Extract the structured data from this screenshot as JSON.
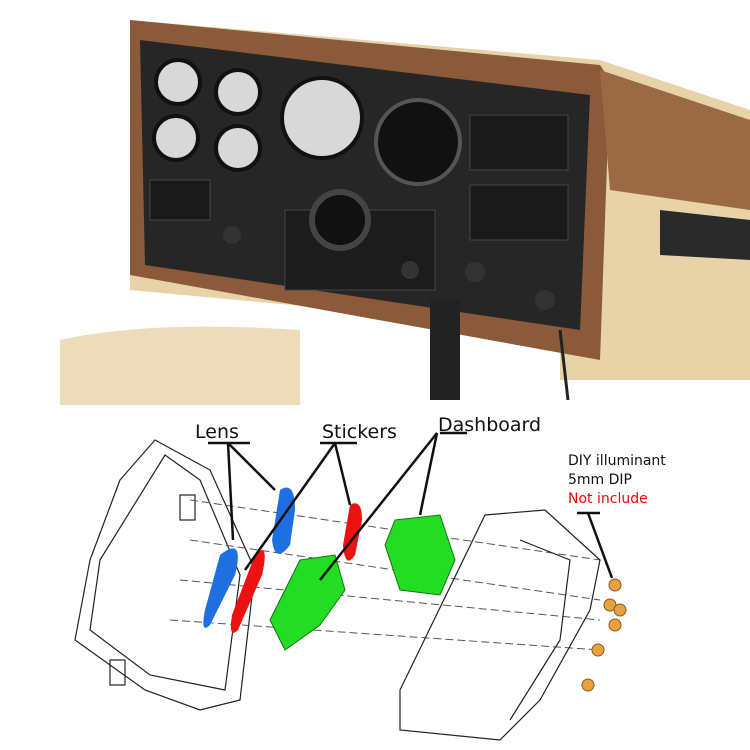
{
  "labels": {
    "lens": "Lens",
    "stickers": "Stickers",
    "dashboard": "Dashboard",
    "illuminant_line1": "DIY illuminant",
    "illuminant_line2": "5mm DIP",
    "illuminant_line3": "Not include"
  },
  "colors": {
    "lens": "#1f6fe0",
    "sticker": "#ee1111",
    "dashboard": "#22dd22",
    "led": "#e8a040",
    "warning_text": "#ff0000",
    "dash_brown": "#8a5a3a",
    "dash_beige": "#e8d3a8",
    "panel_black": "#222222"
  }
}
